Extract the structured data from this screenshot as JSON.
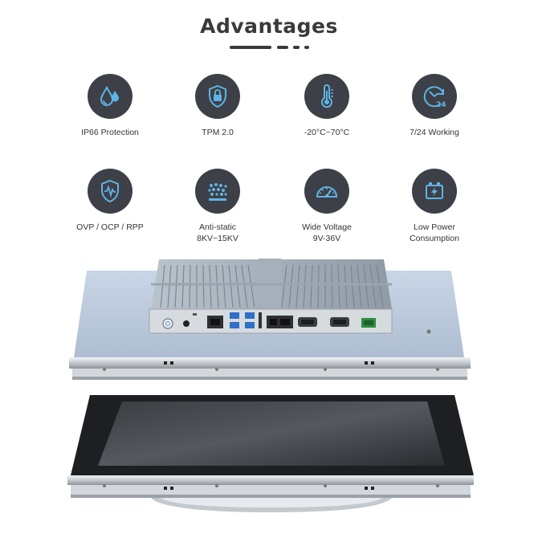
{
  "title": "Advantages",
  "colors": {
    "icon_bg": "#3d4046",
    "icon_fg": "#5fb3e6",
    "title": "#3a3a3a"
  },
  "features": [
    {
      "icon": "water-drop-icon",
      "lines": [
        "IP66 Protection"
      ]
    },
    {
      "icon": "shield-lock-icon",
      "lines": [
        "TPM 2.0"
      ]
    },
    {
      "icon": "thermometer-icon",
      "lines": [
        "-20°C~70°C"
      ]
    },
    {
      "icon": "clock-24-icon",
      "lines": [
        "7/24 Working"
      ]
    },
    {
      "icon": "shield-wave-icon",
      "lines": [
        "OVP / OCP / RPP"
      ]
    },
    {
      "icon": "static-dots-icon",
      "lines": [
        "Anti-static",
        "8KV~15KV"
      ]
    },
    {
      "icon": "gauge-icon",
      "lines": [
        "Wide Voltage",
        "9V-36V"
      ]
    },
    {
      "icon": "battery-icon",
      "lines": [
        "Low Power",
        "Consumption"
      ]
    }
  ]
}
